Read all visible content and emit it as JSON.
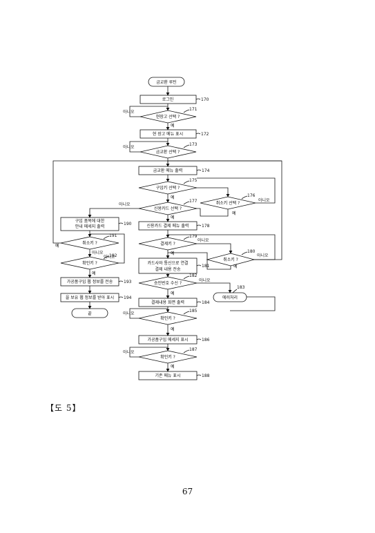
{
  "diagram": {
    "nodes": {
      "start": "금교환 루틴",
      "n170": "로그인",
      "n171": "현장고 선택 ?",
      "n172": "현 장고 메뉴 표시",
      "n173": "금교환 선택 ?",
      "n174": "금교환 메뉴 출력",
      "n175": "구입키 선택 ?",
      "n176": "취소키 선택 ?",
      "n177": "신용카드 선택 ?",
      "n178": "신용카드 결제 메뉴 출력",
      "n179": "결제키 ?",
      "n180": "취소키 ?",
      "n181a": "카드사와 통신으로 연결",
      "n181b": "결제 내용 전송",
      "n182": "승인번호 수신 ?",
      "n183": "에러처리",
      "n184": "결제내용 화면 출력",
      "n185": "확인키 ?",
      "n186": "가공품구입 메세지 표시",
      "n187": "확인키 ?",
      "n188": "기존 메뉴 표시",
      "n190a": "구입 품목에 대한",
      "n190b": "안내 메세지 출력",
      "n191": "취소키 ?",
      "n192": "확인키 ?",
      "n193": "가공품구입 웹 정보를 전송",
      "n194": "을 보유 웹 정보를 받아 표시",
      "end": "끝"
    },
    "refs": {
      "r170": "170",
      "r171": "171",
      "r172": "172",
      "r173": "173",
      "r174": "174",
      "r175": "175",
      "r176": "176",
      "r177": "177",
      "r178": "178",
      "r179": "179",
      "r180": "180",
      "r181": "181",
      "r182": "182",
      "r183": "183",
      "r184": "184",
      "r185": "185",
      "r186": "186",
      "r187": "187",
      "r188": "188",
      "r190": "190",
      "r191": "191",
      "r192": "192",
      "r193": "193",
      "r194": "194"
    },
    "edges": {
      "yes": "예",
      "no": "아니오"
    }
  },
  "caption": "【도 5】",
  "page_number": "67"
}
